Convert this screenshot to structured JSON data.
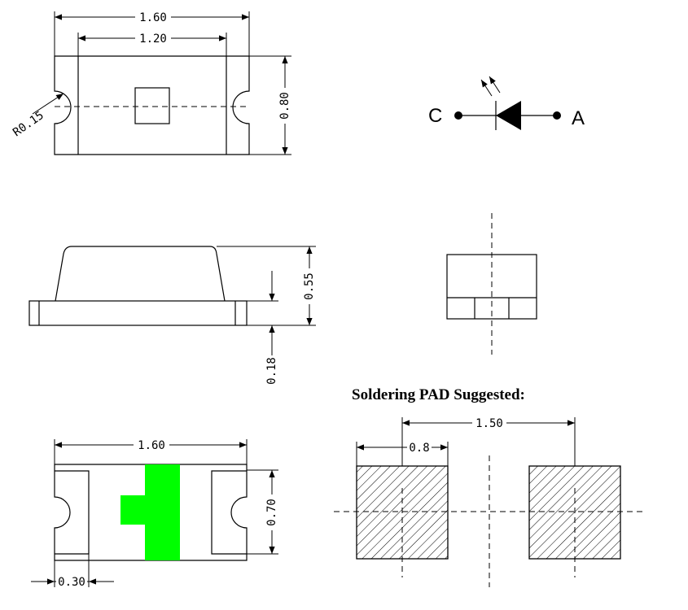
{
  "top_view": {
    "length_label": "1.60",
    "inner_length_label": "1.20",
    "height_label": "0.80",
    "radius_label": "R0.15"
  },
  "symbol": {
    "cathode_label": "C",
    "anode_label": "A"
  },
  "side_view": {
    "total_height_label": "0.55",
    "base_height_label": "0.18"
  },
  "bottom_view": {
    "length_label": "1.60",
    "height_label": "0.70",
    "pad_width_label": "0.30",
    "polarity_color": "#00ff00"
  },
  "soldering_pad": {
    "title": "Soldering PAD Suggested:",
    "pitch_label": "1.50",
    "pad_width_label": "0.8"
  }
}
